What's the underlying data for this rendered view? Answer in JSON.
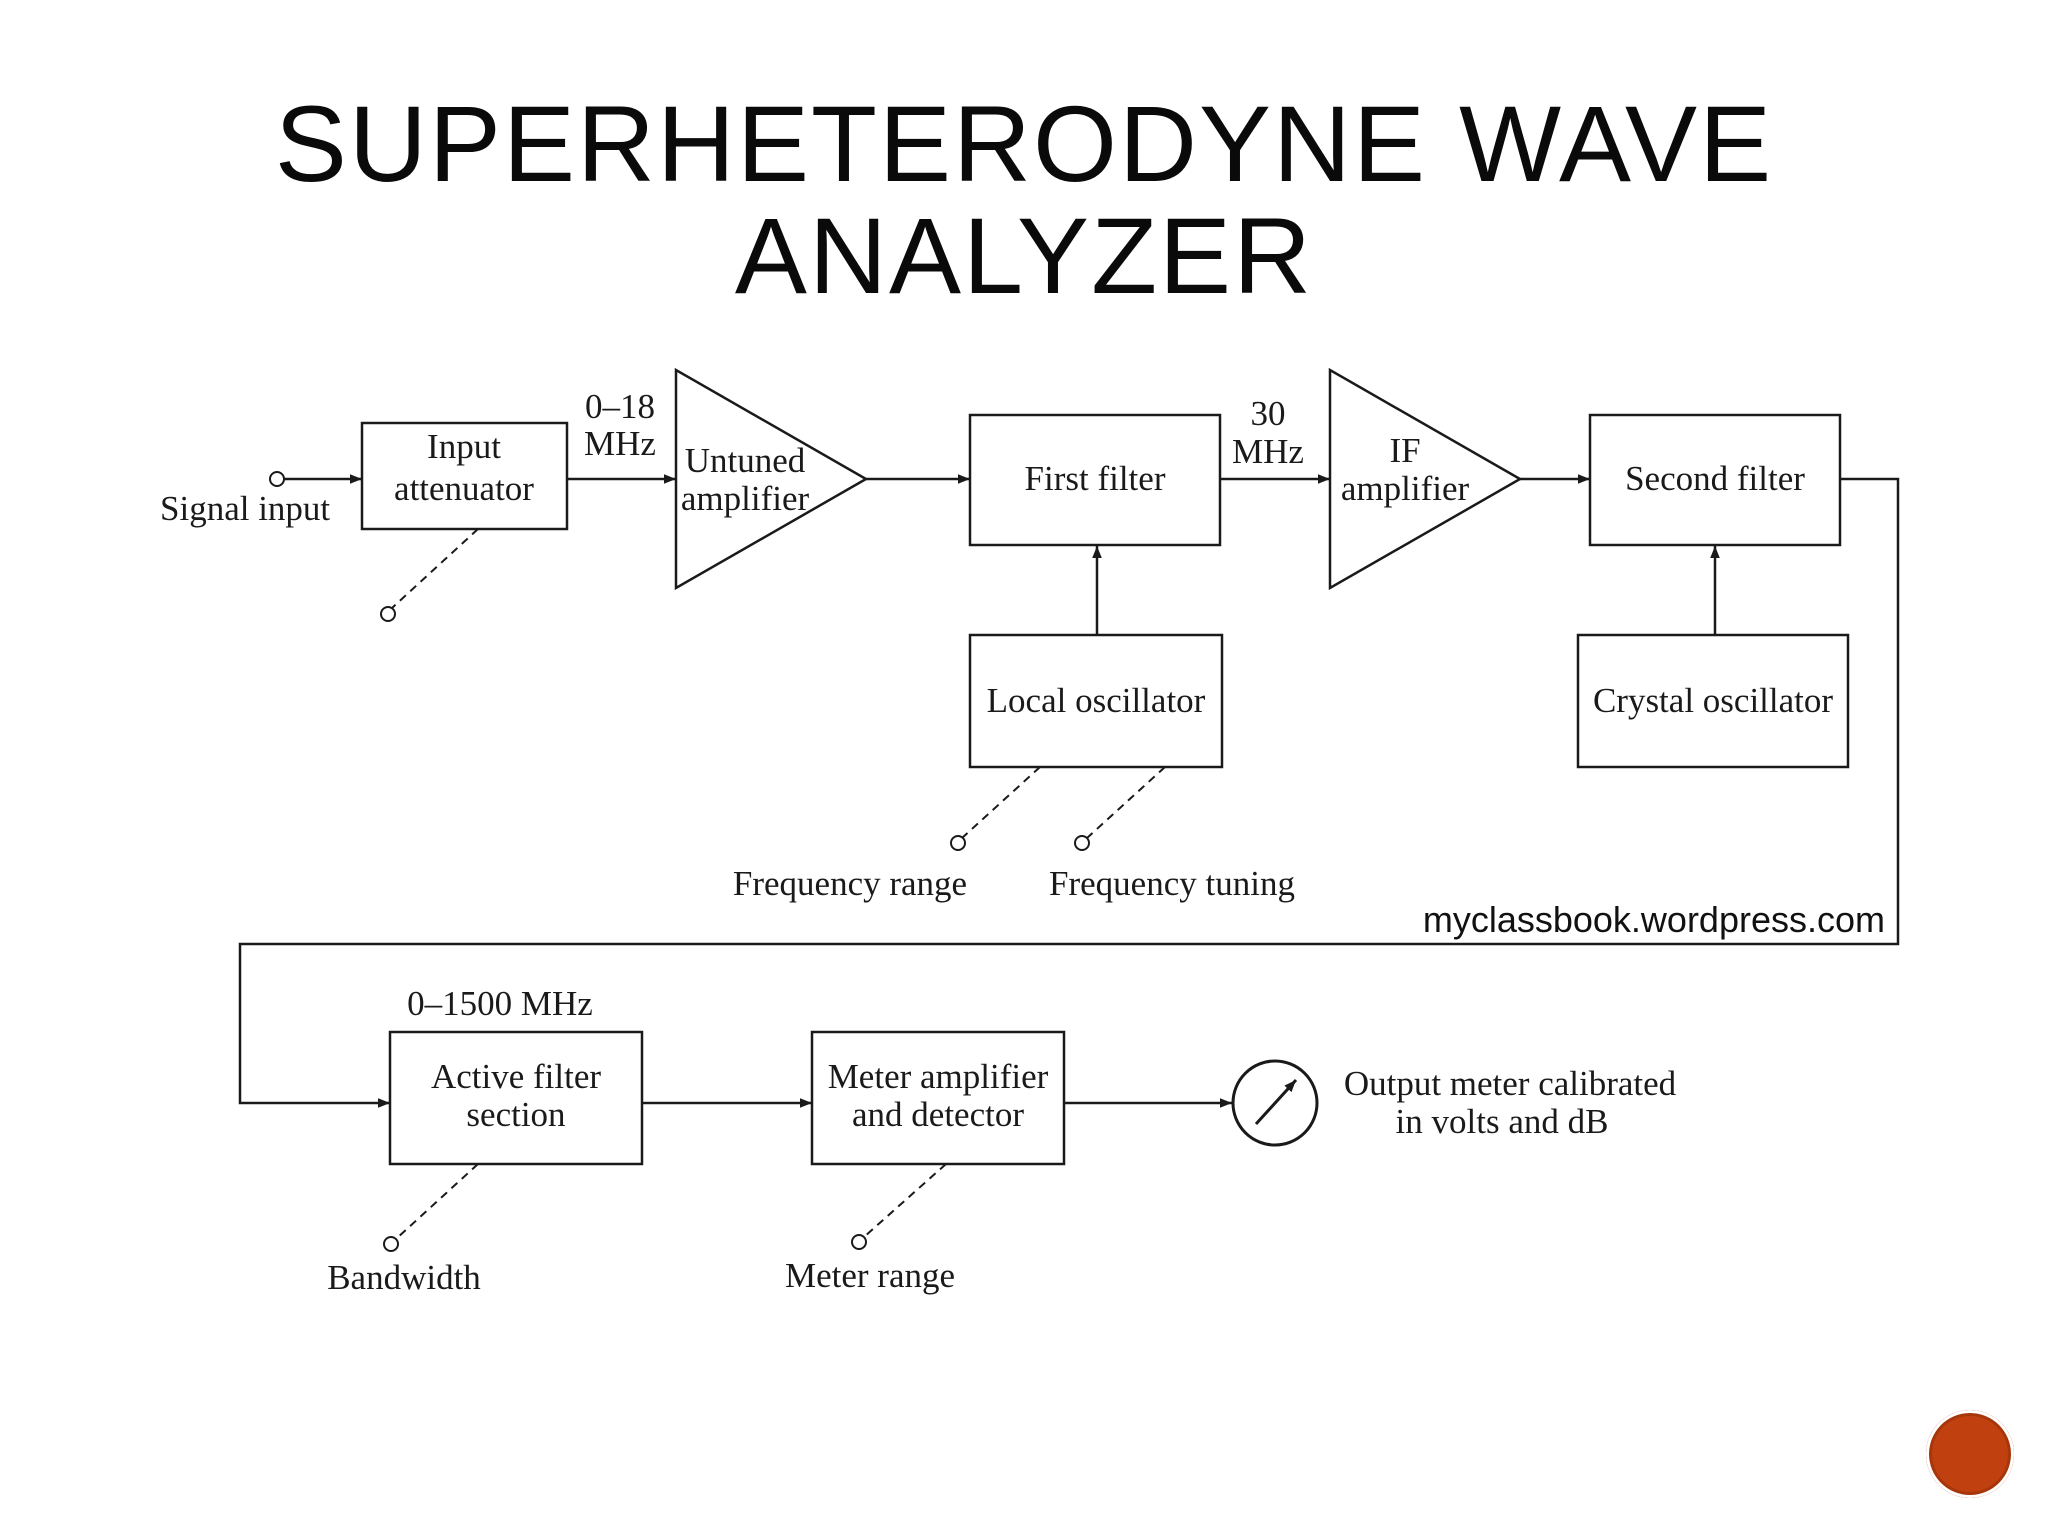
{
  "slide": {
    "title_line1": "SUPERHETERODYNE WAVE",
    "title_line2": "ANALYZER"
  },
  "diagram": {
    "signal_input": "Signal input",
    "input_attenuator": [
      "Input",
      "attenuator"
    ],
    "freq_0_18": [
      "0–18",
      "MHz"
    ],
    "untuned_amplifier": [
      "Untuned",
      "amplifier"
    ],
    "first_filter": "First filter",
    "freq_30": [
      "30",
      "MHz"
    ],
    "if_amplifier": [
      "IF",
      "amplifier"
    ],
    "second_filter": "Second filter",
    "local_oscillator": "Local oscillator",
    "crystal_oscillator": "Crystal oscillator",
    "frequency_range": "Frequency range",
    "frequency_tuning": "Frequency tuning",
    "watermark": "myclassbook.wordpress.com",
    "freq_0_1500": "0–1500 MHz",
    "active_filter_section": [
      "Active filter",
      "section"
    ],
    "meter_amplifier": [
      "Meter amplifier",
      "and detector"
    ],
    "output_meter": [
      "Output meter calibrated",
      "in volts and dB"
    ],
    "bandwidth": "Bandwidth",
    "meter_range": "Meter range"
  },
  "colors": {
    "nav_button": "#c0410f",
    "line": "#1a1a1a"
  },
  "icons": {
    "nav": "circle-nav-icon",
    "meter": "meter-gauge-icon"
  }
}
